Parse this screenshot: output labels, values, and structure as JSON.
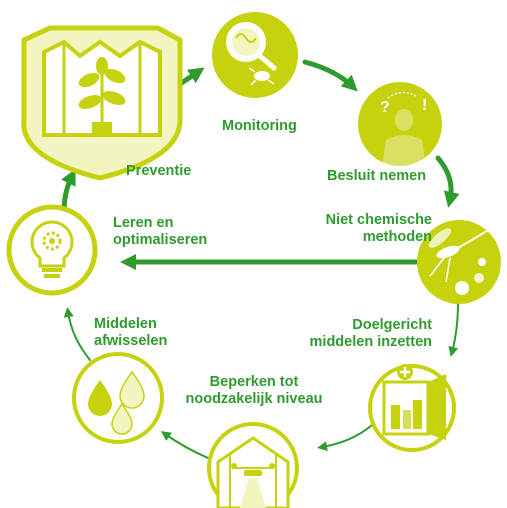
{
  "steps": {
    "preventie": "Preventie",
    "monitoring": "Monitoring",
    "besluit": "Besluit nemen",
    "niet_chemisch": [
      "Niet chemische",
      "methoden"
    ],
    "doelgericht": [
      "Doelgericht",
      "middelen inzetten"
    ],
    "beperken": [
      "Beperken tot",
      "noodzakelijk niveau"
    ],
    "afwisselen": [
      "Middelen",
      "afwisselen"
    ],
    "leren": [
      "Leren en",
      "optimaliseren"
    ]
  },
  "icon_glyphs": {
    "question": "?",
    "exclamation": "!"
  },
  "colors": {
    "lime": "#c6d20e",
    "green": "#2f9b2f",
    "pale": "#f2f5c0",
    "white": "#ffffff"
  },
  "icons": [
    "greenhouse-plant-icon",
    "magnifier-insect-icon",
    "person-decision-icon",
    "mosquito-beneficial-insects-icon",
    "medicine-cabinet-icon",
    "drone-spraying-icon",
    "droplets-icon",
    "lightbulb-gear-icon"
  ]
}
